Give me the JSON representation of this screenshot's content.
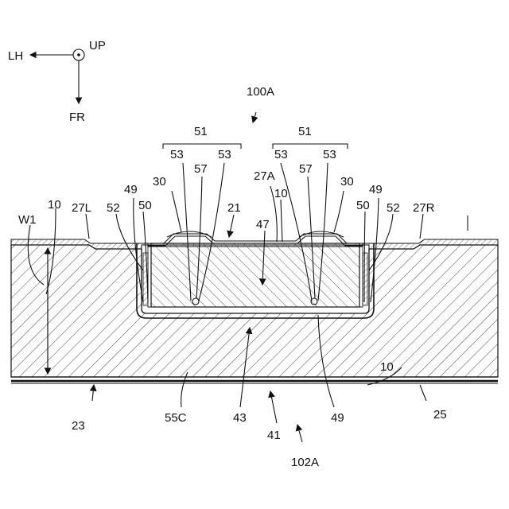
{
  "figure_id": "100A",
  "assembly_id": "102A",
  "compass": {
    "left": "LH",
    "up": "UP",
    "front": "FR"
  },
  "labels": {
    "l51a": "51",
    "l51b": "51",
    "l53a": "53",
    "l53b": "53",
    "l53c": "53",
    "l53d": "53",
    "l57a": "57",
    "l57b": "57",
    "l30a": "30",
    "l30b": "30",
    "l27A": "27A",
    "l10top": "10",
    "l49a": "49",
    "l49b": "49",
    "l49c": "49",
    "l21": "21",
    "l47": "47",
    "l10left": "10",
    "l10right": "10",
    "l27L": "27L",
    "l27R": "27R",
    "lW1": "W1",
    "l52a": "52",
    "l52b": "52",
    "l50a": "50",
    "l50b": "50",
    "l23": "23",
    "l25": "25",
    "l55C": "55C",
    "l43": "43",
    "l41": "41"
  },
  "colors": {
    "line": "#111111",
    "background": "#ffffff"
  }
}
